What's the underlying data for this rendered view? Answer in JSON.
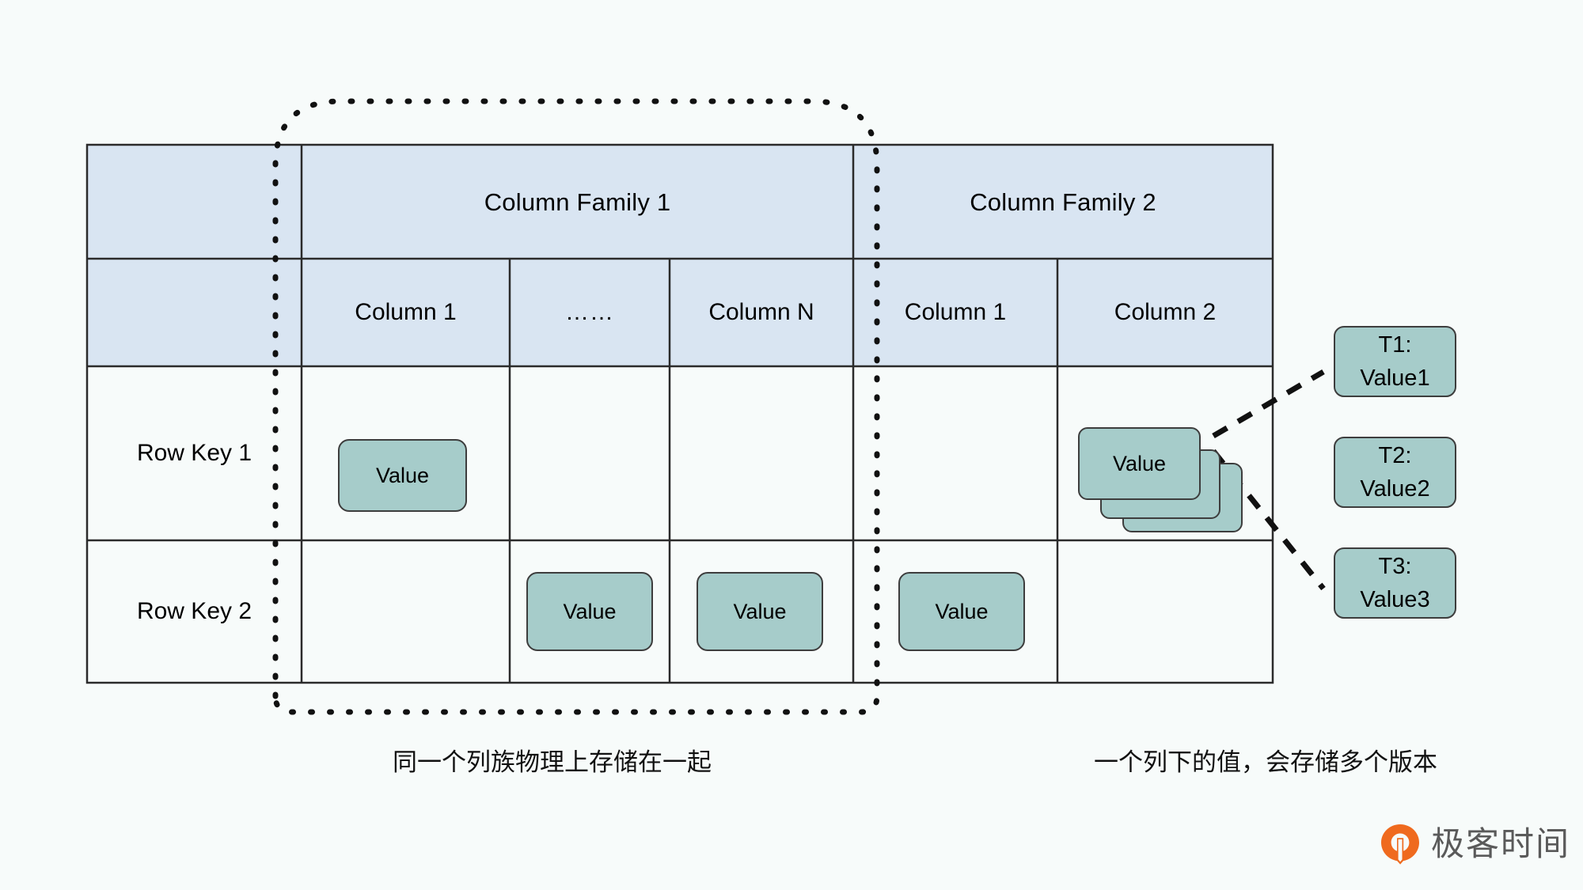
{
  "diagram": {
    "title": "HBase table column-family / versioning model",
    "background_color": "#f7fbfa",
    "header_fill_color": "#d9e5f2",
    "chip_fill_color": "#a6ccca",
    "stroke_color": "#3d3d3d"
  },
  "table": {
    "corner_cell_label": "",
    "column_families": [
      {
        "label": "Column Family 1",
        "columns": [
          "Column 1",
          "……",
          "Column N"
        ]
      },
      {
        "label": "Column Family 2",
        "columns": [
          "Column 1",
          "Column 2"
        ]
      }
    ],
    "rows": [
      {
        "key": "Row Key 1",
        "cells": [
          {
            "family": 1,
            "column": "Column 1",
            "value": "Value",
            "stacked": false
          },
          {
            "family": 1,
            "column": "……",
            "value": "",
            "stacked": false
          },
          {
            "family": 1,
            "column": "Column N",
            "value": "",
            "stacked": false
          },
          {
            "family": 2,
            "column": "Column 1",
            "value": "",
            "stacked": false
          },
          {
            "family": 2,
            "column": "Column 2",
            "value": "Value",
            "stacked": true,
            "stack_count": 3
          }
        ]
      },
      {
        "key": "Row Key 2",
        "cells": [
          {
            "family": 1,
            "column": "Column 1",
            "value": "",
            "stacked": false
          },
          {
            "family": 1,
            "column": "……",
            "value": "Value",
            "stacked": false
          },
          {
            "family": 1,
            "column": "Column N",
            "value": "Value",
            "stacked": false
          },
          {
            "family": 2,
            "column": "Column 1",
            "value": "Value",
            "stacked": false
          },
          {
            "family": 2,
            "column": "Column 2",
            "value": "",
            "stacked": false
          }
        ]
      }
    ]
  },
  "versions": [
    {
      "timestamp": "T1:",
      "value": "Value1"
    },
    {
      "timestamp": "T2:",
      "value": "Value2"
    },
    {
      "timestamp": "T3:",
      "value": "Value3"
    }
  ],
  "captions": {
    "left": "同一个列族物理上存储在一起",
    "right": "一个列下的值，会存储多个版本"
  },
  "watermark": {
    "text": "极客时间",
    "mark_color": "#ef6a1e",
    "text_color": "#5a5a5a"
  }
}
